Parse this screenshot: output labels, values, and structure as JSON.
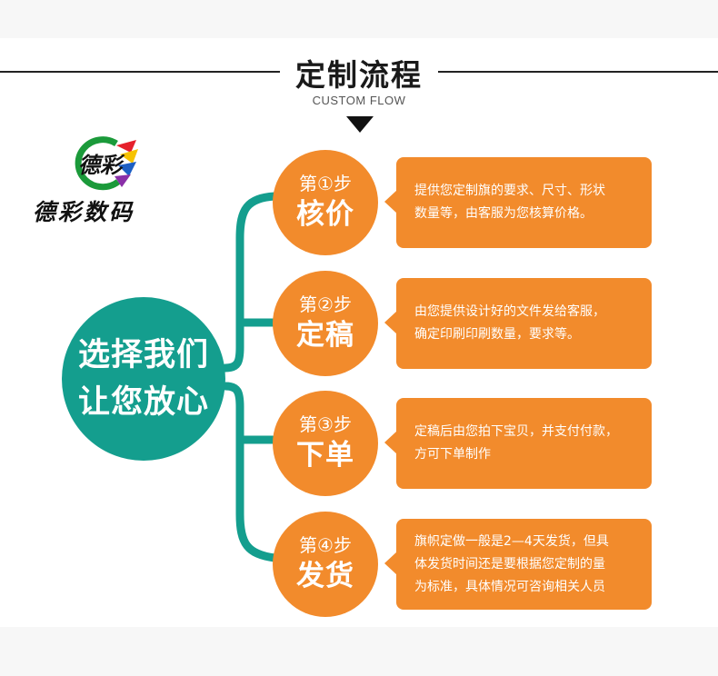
{
  "header": {
    "title": "定制流程",
    "subtitle": "CUSTOM FLOW"
  },
  "logo": {
    "mark_text": "德彩",
    "name": "德彩数码"
  },
  "hub": {
    "line1": "选择我们",
    "line2": "让您放心"
  },
  "colors": {
    "orange": "#f28b2c",
    "teal": "#149e8e",
    "dark": "#1a1a1a"
  },
  "steps": [
    {
      "label": "第①步",
      "action": "核价",
      "desc": [
        "提供您定制旗的要求、尺寸、形状",
        "数量等，由客服为您核算价格。"
      ]
    },
    {
      "label": "第②步",
      "action": "定稿",
      "desc": [
        "由您提供设计好的文件发给客服，",
        "确定印刷印刷数量，要求等。"
      ]
    },
    {
      "label": "第③步",
      "action": "下单",
      "desc": [
        "定稿后由您拍下宝贝，并支付付款，",
        "方可下单制作"
      ]
    },
    {
      "label": "第④步",
      "action": "发货",
      "desc": [
        "旗帜定做一般是2—4天发货，但具",
        "体发货时间还是要根据您定制的量",
        "为标准，具体情况可咨询相关人员"
      ]
    }
  ]
}
